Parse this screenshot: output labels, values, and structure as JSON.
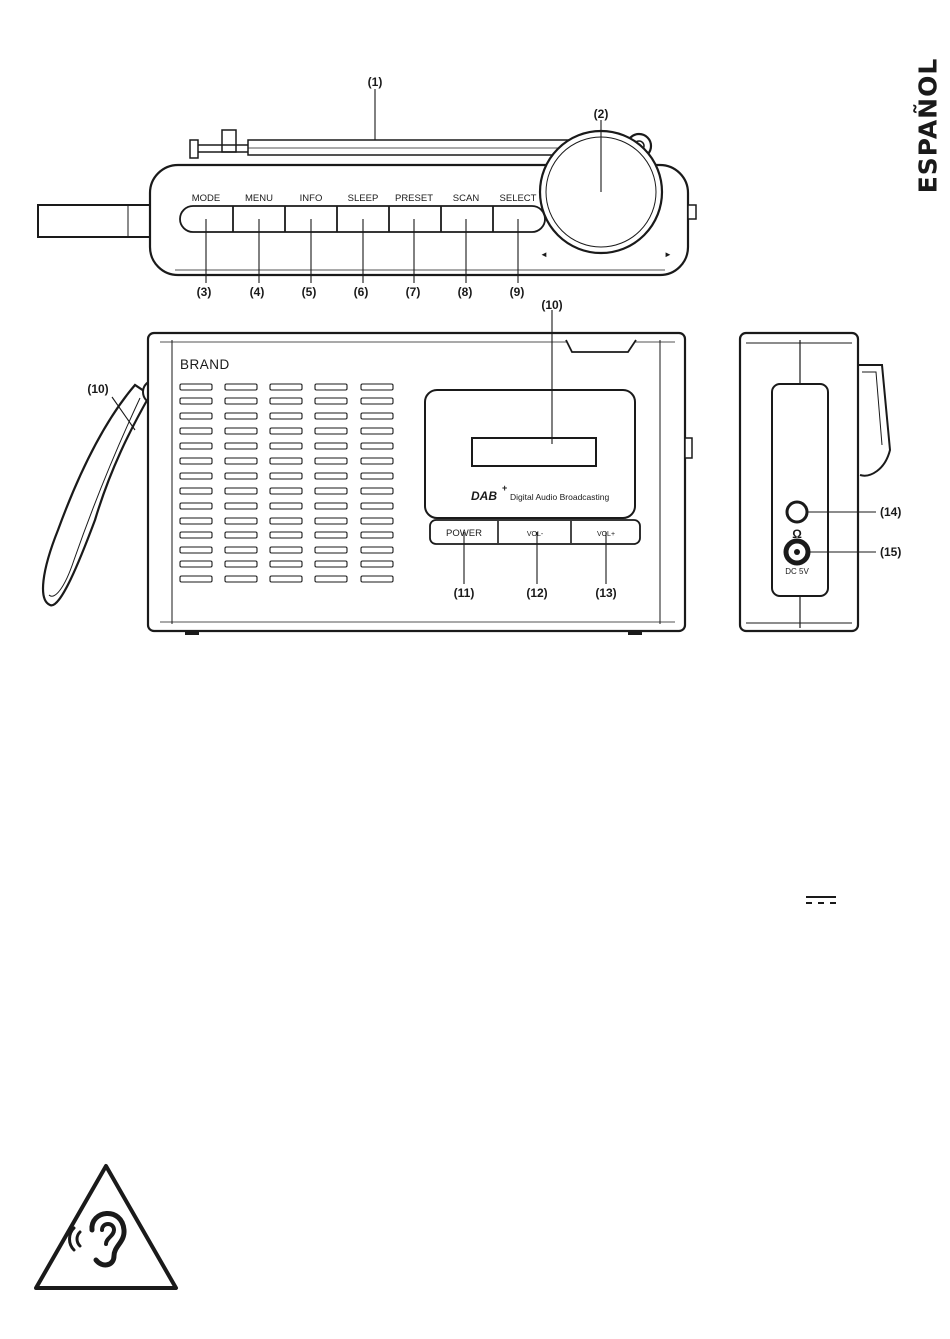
{
  "page": {
    "language_tab": "ESPAÑOL"
  },
  "callouts": {
    "c1": "(1)",
    "c2": "(2)",
    "c3": "(3)",
    "c4": "(4)",
    "c5": "(5)",
    "c6": "(6)",
    "c7": "(7)",
    "c8": "(8)",
    "c9": "(9)",
    "c10_display": "(10)",
    "c10_strap": "(10)",
    "c11": "(11)",
    "c12": "(12)",
    "c13": "(13)",
    "c14": "(14)",
    "c15": "(15)"
  },
  "top_buttons": {
    "mode": "MODE",
    "menu": "MENU",
    "info": "INFO",
    "sleep": "SLEEP",
    "preset": "PRESET",
    "scan": "SCAN",
    "select": "SELECT",
    "left_arrow": "◄",
    "right_arrow": "►"
  },
  "front": {
    "brand": "BRAND",
    "dab_logo": "DAB",
    "dab_plus": "+",
    "dab_caption": "Digital Audio Broadcasting",
    "power": "POWER",
    "vol_minus": "VOL-",
    "vol_plus": "VOL+"
  },
  "side": {
    "dc_label": "DC 5V",
    "headphone_symbol": "Ω"
  },
  "icons": {
    "dc_symbol": "dc-symbol-icon",
    "hearing_warning": "hearing-warning-icon"
  }
}
